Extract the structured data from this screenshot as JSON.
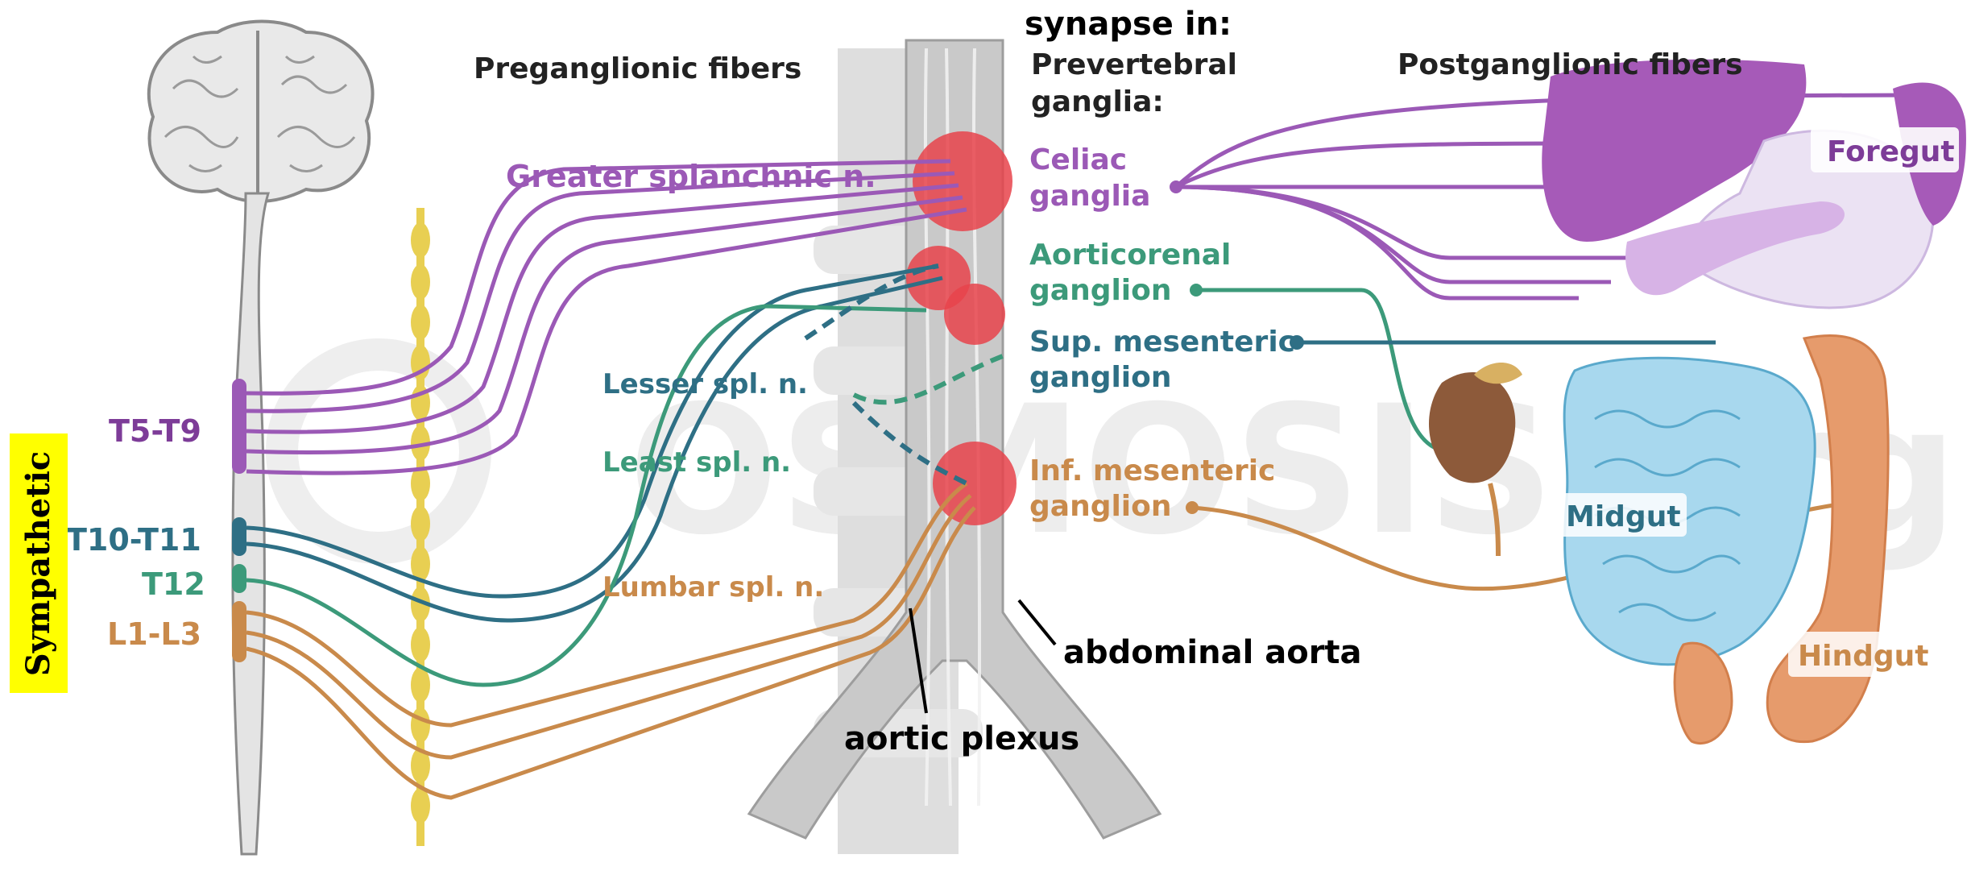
{
  "side_label": "Sympathetic",
  "headers": {
    "preganglionic": "Preganglionic fibers",
    "synapse_line1": "synapse in:",
    "prevertebral_line1": "Prevertebral",
    "prevertebral_line2": "ganglia:",
    "postganglionic": "Postganglionic fibers"
  },
  "spinal_levels": {
    "t5_t9": "T5-T9",
    "t10_t11": "T10-T11",
    "t12": "T12",
    "l1_l3": "L1-L3"
  },
  "nerves": {
    "greater": "Greater splanchnic n.",
    "lesser": "Lesser spl. n.",
    "least": "Least spl. n.",
    "lumbar": "Lumbar spl. n."
  },
  "ganglia": {
    "celiac_1": "Celiac",
    "celiac_2": "ganglia",
    "aorticorenal_1": "Aorticorenal",
    "aorticorenal_2": "ganglion",
    "sup_mes_1": "Sup. mesenteric",
    "sup_mes_2": "ganglion",
    "inf_mes_1": "Inf. mesenteric",
    "inf_mes_2": "ganglion"
  },
  "regions": {
    "foregut": "Foregut",
    "midgut": "Midgut",
    "hindgut": "Hindgut"
  },
  "annotations": {
    "abdominal_aorta": "abdominal aorta",
    "aortic_plexus": "aortic plexus"
  },
  "watermark": "OSMOSIS.org",
  "colors": {
    "purple": "#9b59b6",
    "teal_blue": "#2e6f85",
    "green": "#3c9a7a",
    "orange": "#c98a4b",
    "yellow_chain": "#e8cf52",
    "ganglion_red": "#e8434b",
    "aorta_gray": "#cfcfcf",
    "midgut_blue": "#8ecbe6",
    "hindgut_orange": "#e69b6c",
    "liver_purple": "#a65ab8"
  }
}
